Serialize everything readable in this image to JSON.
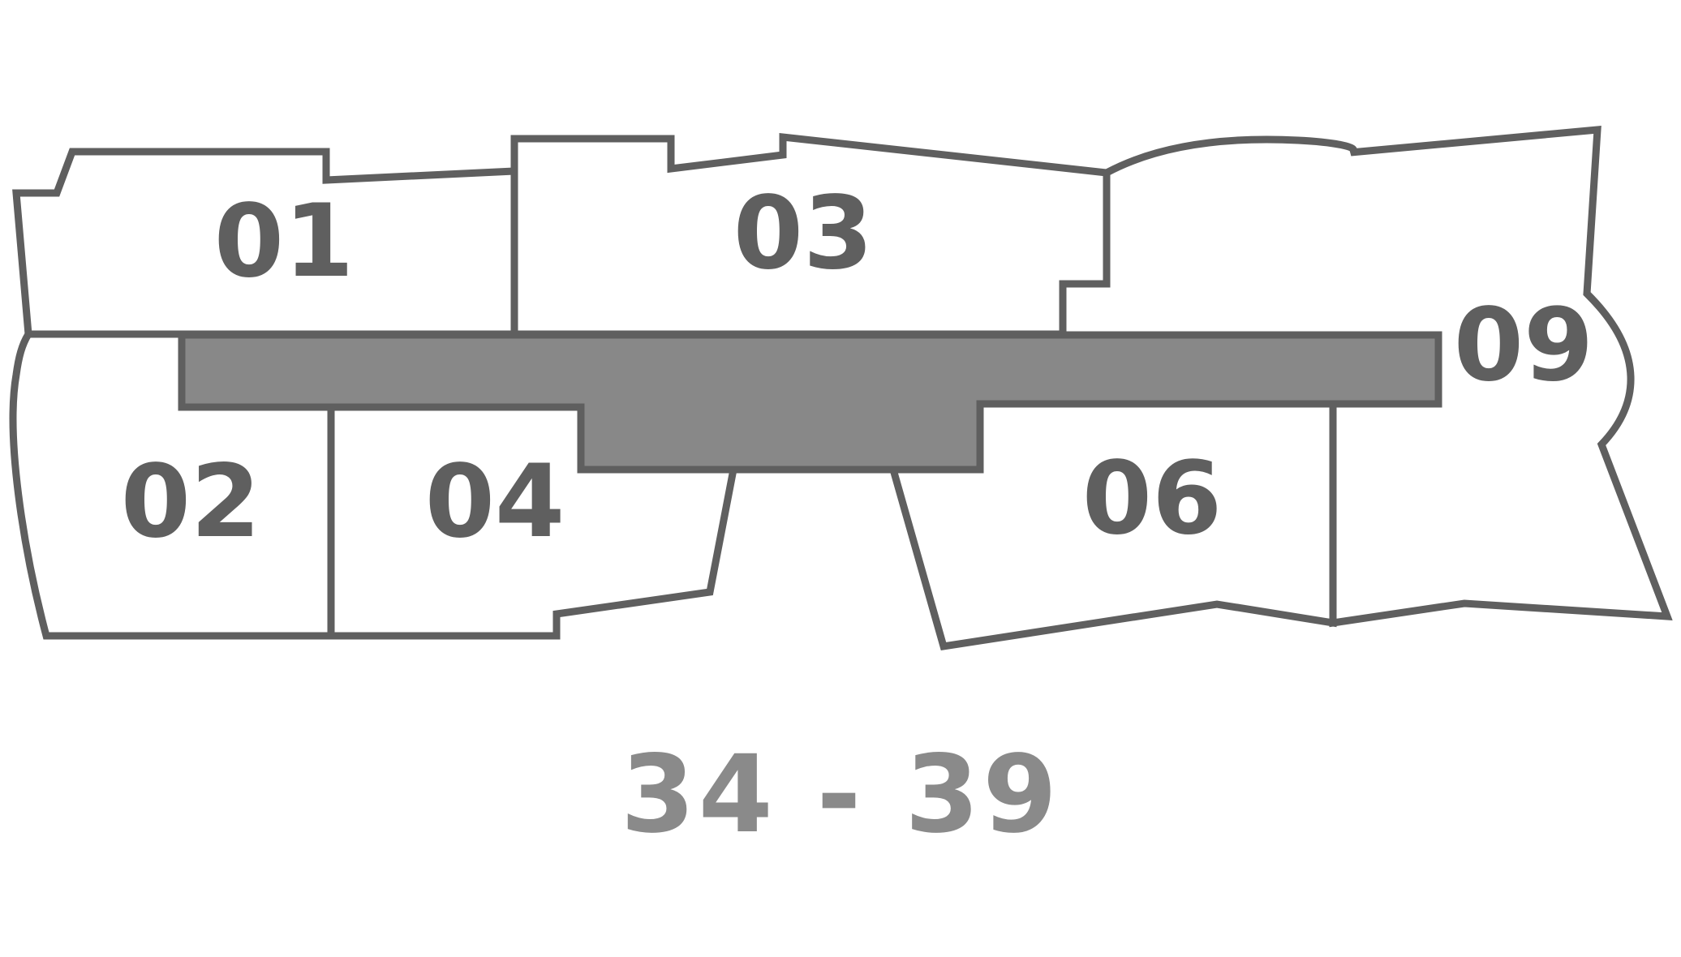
{
  "units": [
    {
      "id": "unit-01",
      "label": "01"
    },
    {
      "id": "unit-02",
      "label": "02"
    },
    {
      "id": "unit-03",
      "label": "03"
    },
    {
      "id": "unit-04",
      "label": "04"
    },
    {
      "id": "unit-06",
      "label": "06"
    },
    {
      "id": "unit-09",
      "label": "09"
    }
  ],
  "floor_range": "34 - 39",
  "colors": {
    "outline": "#5f5f5f",
    "corridor": "#888888",
    "floor_range_text": "#8a8a8a",
    "background": "#ffffff"
  }
}
